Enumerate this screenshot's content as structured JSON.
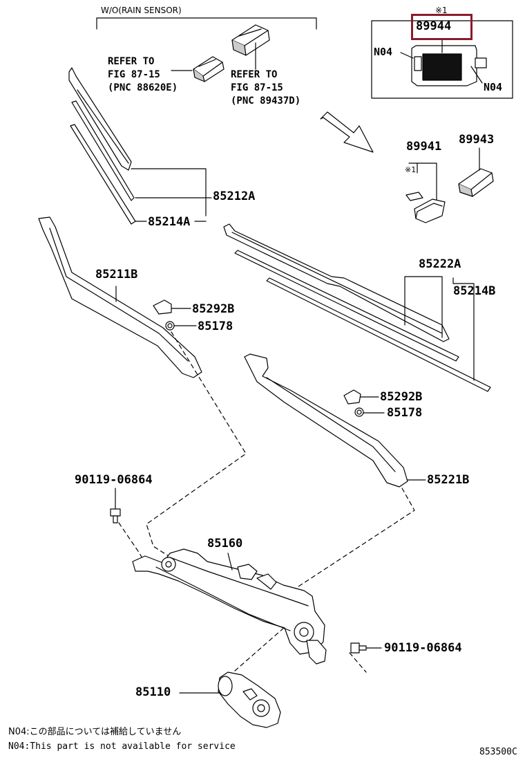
{
  "header": {
    "variant": "W/O(RAIN SENSOR)",
    "mark": "※1",
    "mark_small": "※1"
  },
  "refs": {
    "ref1": [
      "REFER TO",
      "FIG 87-15",
      "(PNC 88620E)"
    ],
    "ref2": [
      "REFER TO",
      "FIG 87-15",
      "(PNC 89437D)"
    ]
  },
  "inset": {
    "highlight": "89944",
    "n04_left": "N04",
    "n04_right": "N04",
    "highlight_color": "#8b1a2b"
  },
  "parts": {
    "p89941": "89941",
    "p89943": "89943",
    "p85212A": "85212A",
    "p85214A": "85214A",
    "p85211B": "85211B",
    "p85292B_1": "85292B",
    "p85178_1": "85178",
    "p85222A": "85222A",
    "p85214B": "85214B",
    "p85292B_2": "85292B",
    "p85178_2": "85178",
    "p85221B": "85221B",
    "p90119_1": "90119-06864",
    "p85160": "85160",
    "p90119_2": "90119-06864",
    "p85110": "85110"
  },
  "notes": {
    "jp": "N04:この部品については補給していません",
    "en": "N04:This part is not available for service"
  },
  "figure_id": "853500C"
}
